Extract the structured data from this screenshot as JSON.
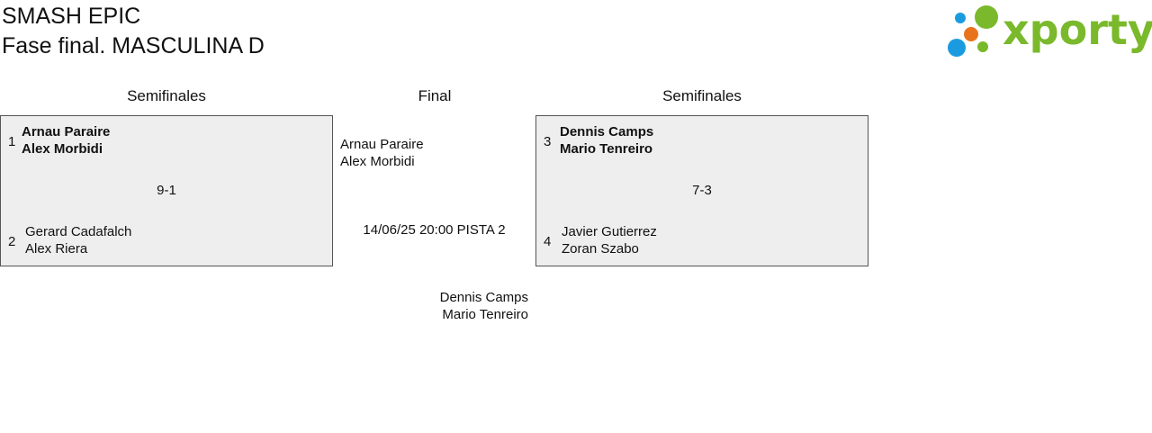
{
  "header": {
    "tournament": "SMASH EPIC",
    "phase": "Fase final. MASCULINA D"
  },
  "logo": {
    "wordmark": "xporty",
    "colors": {
      "green": "#7ab92b",
      "blue": "#1a9be0",
      "orange": "#e8731c"
    }
  },
  "rounds": {
    "left": "Semifinales",
    "center": "Final",
    "right": "Semifinales"
  },
  "semifinal_left": {
    "team1": {
      "seed": "1",
      "player1": "Arnau Paraire",
      "player2": "Alex Morbidi"
    },
    "team2": {
      "seed": "2",
      "player1": "Gerard Cadafalch",
      "player2": "Alex Riera"
    },
    "score": "9-1"
  },
  "semifinal_right": {
    "team1": {
      "seed": "3",
      "player1": "Dennis Camps",
      "player2": "Mario Tenreiro"
    },
    "team2": {
      "seed": "4",
      "player1": "Javier Gutierrez",
      "player2": "Zoran Szabo"
    },
    "score": "7-3"
  },
  "final": {
    "team_top": {
      "player1": "Arnau Paraire",
      "player2": "Alex Morbidi"
    },
    "schedule": "14/06/25 20:00 PISTA 2",
    "team_bottom": {
      "player1": "Dennis Camps",
      "player2": "Mario Tenreiro"
    }
  }
}
